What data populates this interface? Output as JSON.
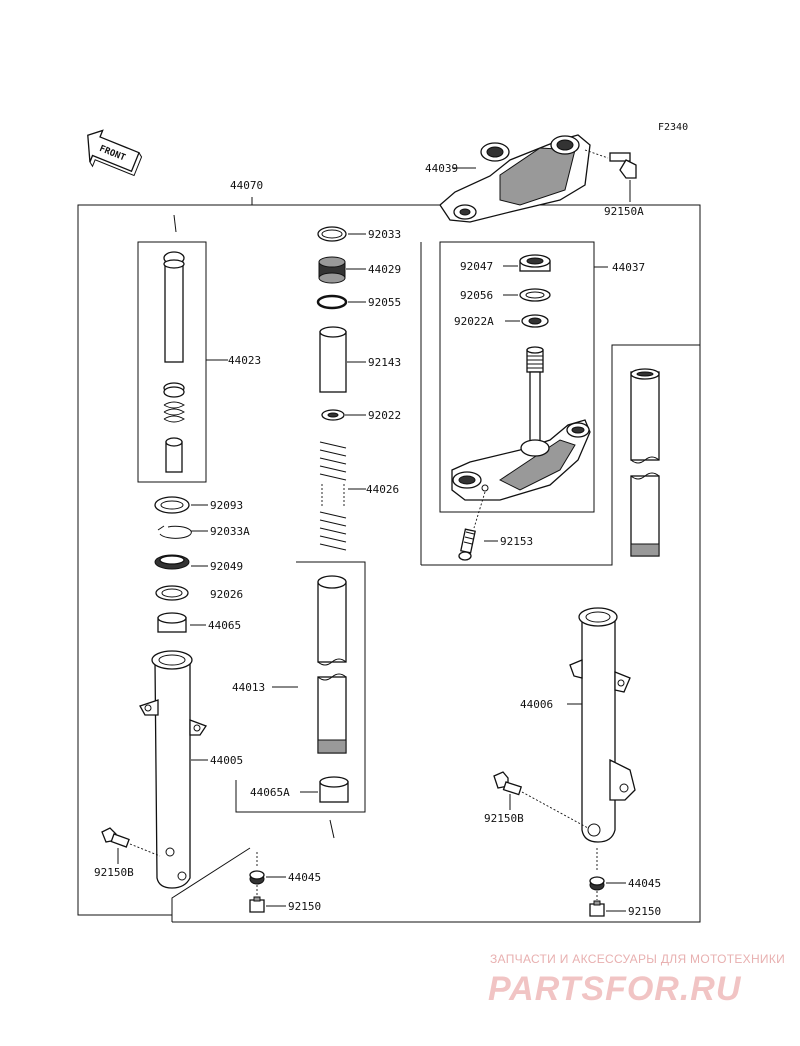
{
  "figure_code": "F2340",
  "front_arrow_label": "FRONT",
  "labels": {
    "l44070": "44070",
    "l44039": "44039",
    "l92150A": "92150A",
    "l92033": "92033",
    "l44029": "44029",
    "l92055": "92055",
    "l92143": "92143",
    "l92022": "92022",
    "l44026": "44026",
    "l44023": "44023",
    "l92047": "92047",
    "l92056": "92056",
    "l92022A": "92022A",
    "l44037": "44037",
    "l92153": "92153",
    "l92093": "92093",
    "l92033A": "92033A",
    "l92049": "92049",
    "l92026": "92026",
    "l44065": "44065",
    "l44013": "44013",
    "l44005": "44005",
    "l44065A": "44065A",
    "l92150B_left": "92150B",
    "l44045_left": "44045",
    "l92150_left": "92150",
    "l44006": "44006",
    "l92150B_right": "92150B",
    "l44045_right": "44045",
    "l92150_right": "92150"
  },
  "watermark": {
    "tagline": "ЗАПЧАСТИ И АКСЕССУАРЫ ДЛЯ МОТОТЕХНИКИ",
    "logo": "PARTSFOR.RU"
  },
  "colors": {
    "ink": "#111111",
    "watermark": "#f1c4c4"
  }
}
